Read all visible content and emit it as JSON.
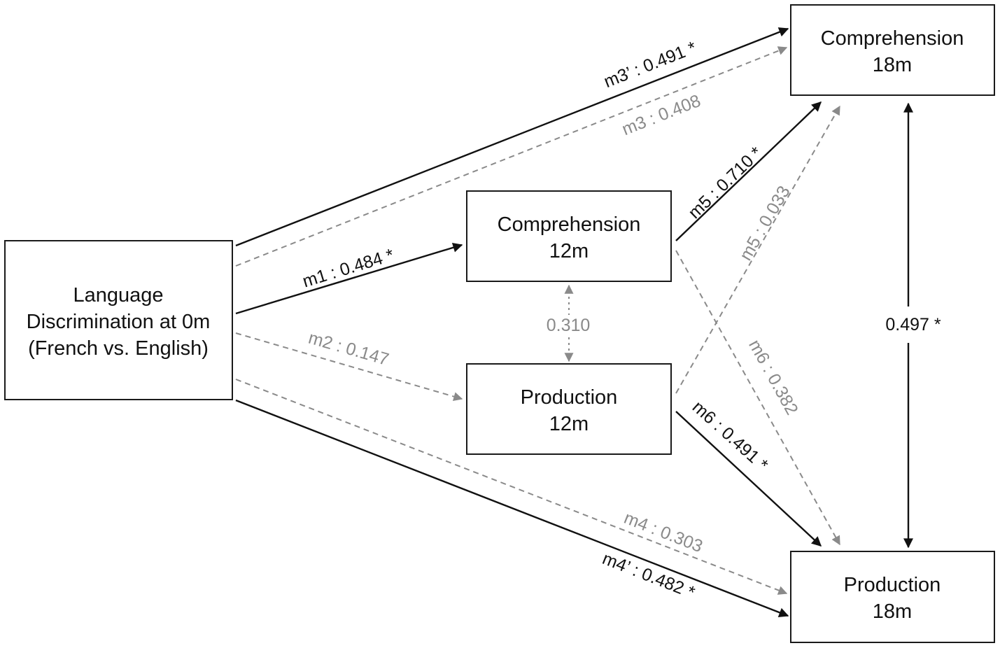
{
  "nodes": {
    "lang_disc": [
      "Language",
      "Discrimination at 0m",
      "(French vs. English)"
    ],
    "comp12": [
      "Comprehension",
      "12m"
    ],
    "prod12": [
      "Production",
      "12m"
    ],
    "comp18": [
      "Comprehension",
      "18m"
    ],
    "prod18": [
      "Production",
      "18m"
    ]
  },
  "paths": {
    "m1": "m1 : 0.484 *",
    "m2": "m2 : 0.147",
    "m3": "m3 : 0.408",
    "m3_prime": "m3’ : 0.491 *",
    "m4": "m4 : 0.303",
    "m4_prime": "m4’ : 0.482 *",
    "m5_solid": "m5 : 0.710 *",
    "m5_dashed": "m5 : 0.033",
    "m6_solid": "m6 : 0.491 *",
    "m6_dashed": "m6 : 0.382",
    "cov12": "0.310",
    "cov18": "0.497 *"
  },
  "colors": {
    "significant": "#111111",
    "nonsignificant": "#8a8a8a"
  }
}
